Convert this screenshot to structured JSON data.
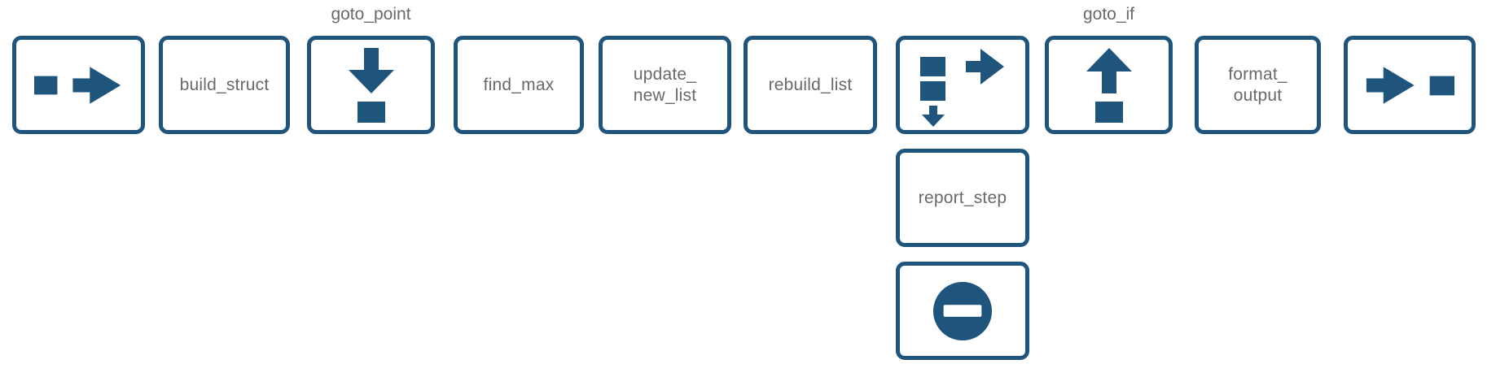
{
  "palette": {
    "block_blue": "#1f547d",
    "label_gray": "#696969",
    "background": "#ffffff"
  },
  "blocks": {
    "start": {
      "icon": "square-then-right-arrow-icon"
    },
    "build_struct": {
      "label": "build_struct"
    },
    "goto_point": {
      "caption": "goto_point",
      "icon": "down-arrow-to-square-icon"
    },
    "find_max": {
      "label": "find_max"
    },
    "update_new_list": {
      "label": "update_\nnew_list"
    },
    "rebuild_list": {
      "label": "rebuild_list"
    },
    "subroutine_branch": {
      "icon": "stacked-squares-branch-arrow-icon"
    },
    "goto_if": {
      "caption": "goto_if",
      "icon": "up-arrow-over-square-icon"
    },
    "format_output": {
      "label": "format_\noutput"
    },
    "end": {
      "icon": "right-arrow-then-square-icon"
    },
    "report_step": {
      "label": "report_step"
    },
    "halt": {
      "icon": "minus-circle-icon"
    }
  }
}
